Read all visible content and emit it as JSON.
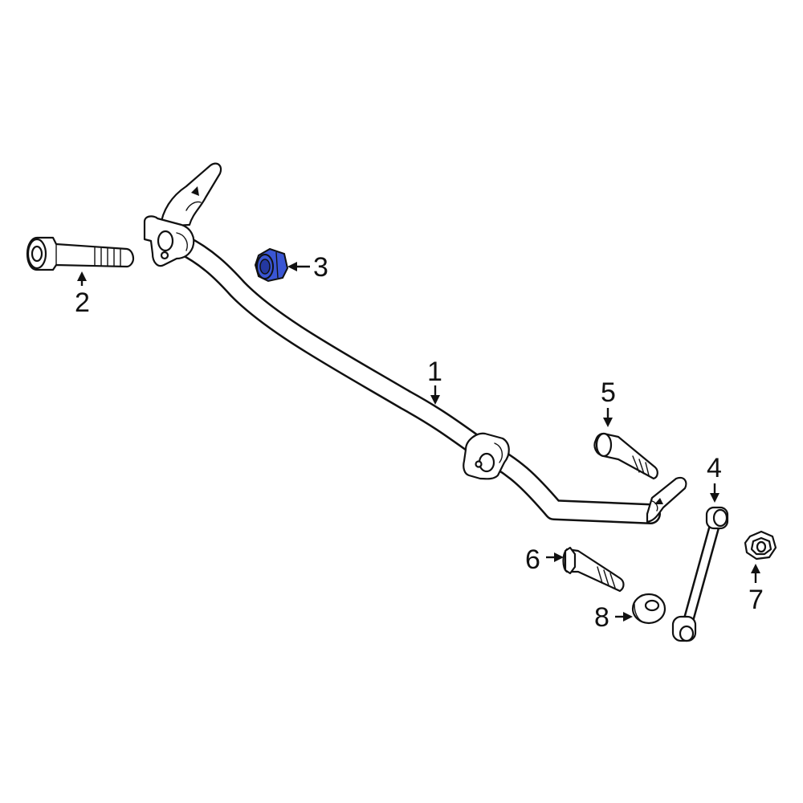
{
  "diagram": {
    "highlight_color": "#3a56d4",
    "parts": [
      {
        "number": "1",
        "part": "stabilizer-bar"
      },
      {
        "number": "2",
        "part": "mounting-bolt"
      },
      {
        "number": "3",
        "part": "flange-nut",
        "highlighted": true
      },
      {
        "number": "4",
        "part": "stabilizer-link"
      },
      {
        "number": "5",
        "part": "bolt"
      },
      {
        "number": "6",
        "part": "bolt"
      },
      {
        "number": "7",
        "part": "nut"
      },
      {
        "number": "8",
        "part": "washer"
      }
    ]
  }
}
